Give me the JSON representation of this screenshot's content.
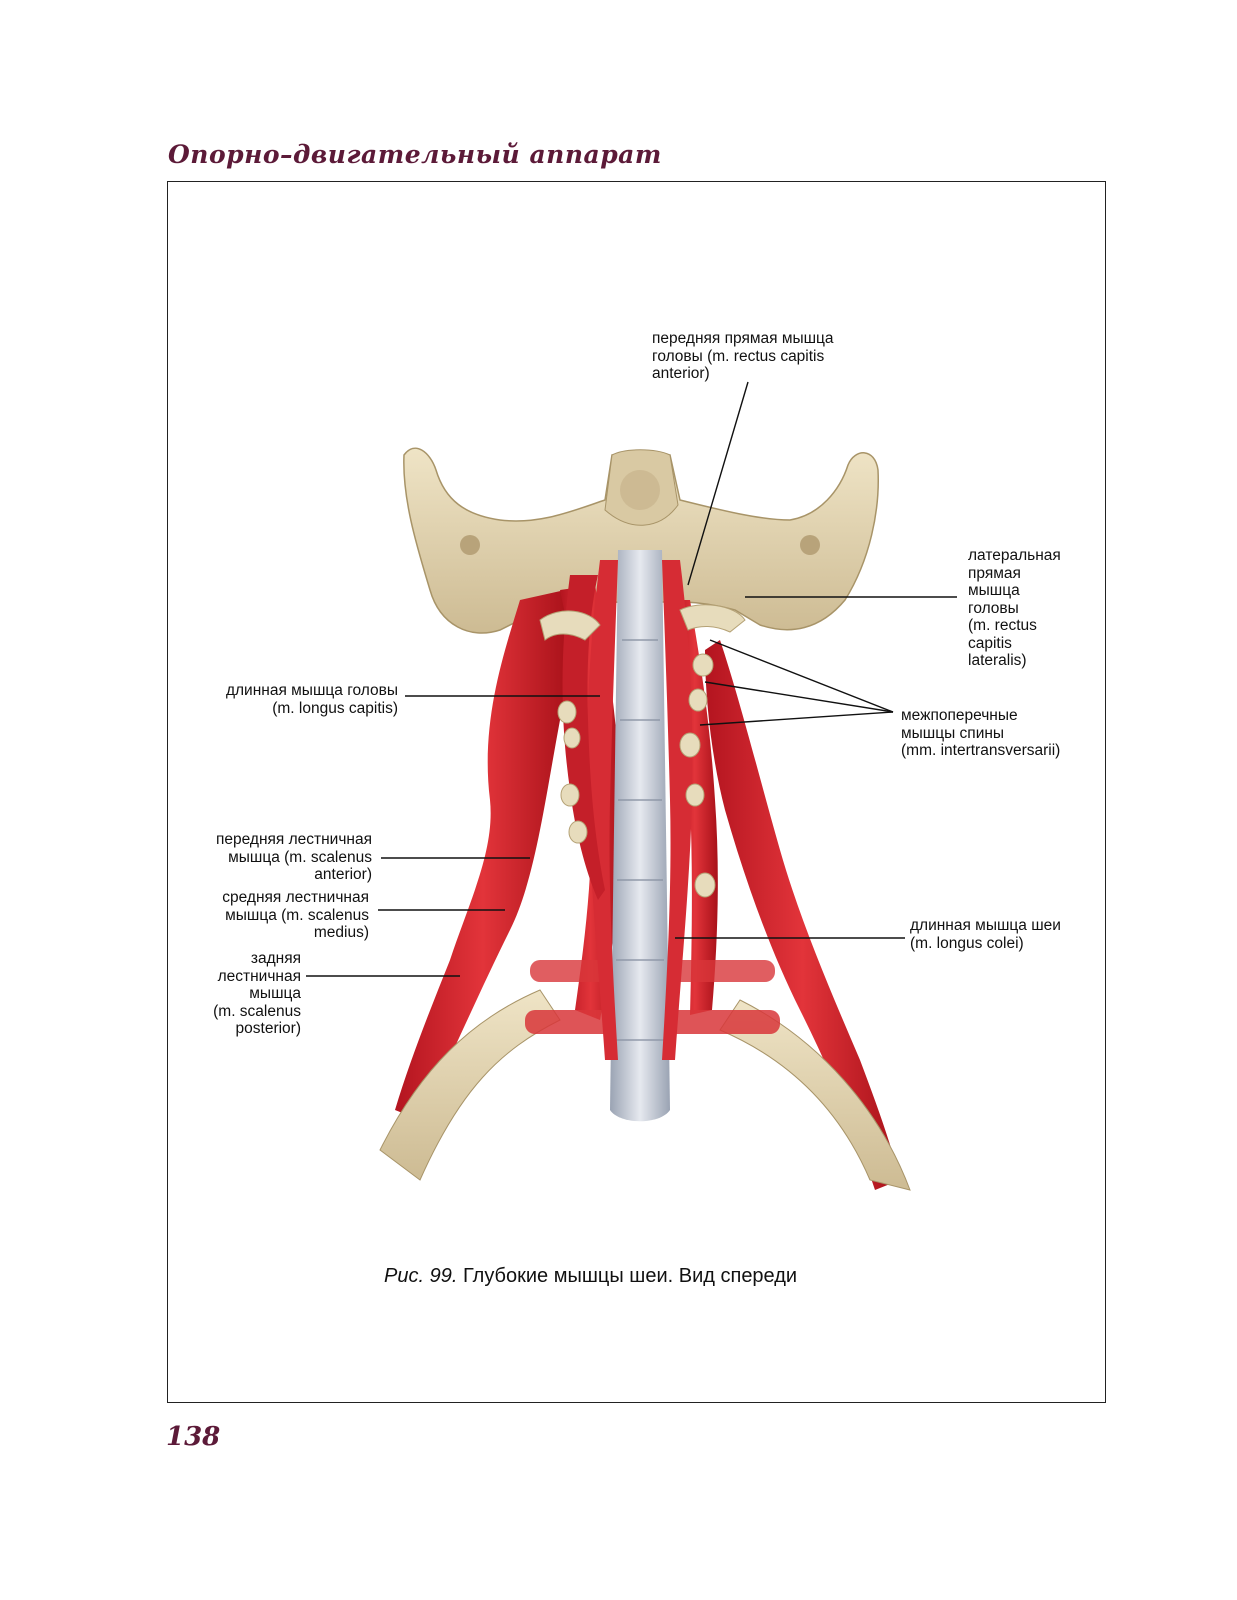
{
  "header": {
    "section_title": "Опорно–двигательный аппарат"
  },
  "figure": {
    "labels": {
      "rectus_capitis_anterior": [
        "передняя прямая мышца",
        "головы (m. rectus capitis",
        "anterior)"
      ],
      "rectus_capitis_lateralis": [
        "латеральная",
        "прямая",
        "мышца",
        "головы",
        "(m. rectus",
        "capitis",
        "lateralis)"
      ],
      "longus_capitis": [
        "длинная мышца головы",
        "(m. longus capitis)"
      ],
      "intertransversarii": [
        "межпоперечные",
        "мышцы спины",
        "(mm. intertransversarii)"
      ],
      "scalenus_anterior": [
        "передняя лестничная",
        "мышца (m. scalenus",
        "anterior)"
      ],
      "scalenus_medius": [
        "средняя лестничная",
        "мышца (m. scalenus",
        "medius)"
      ],
      "scalenus_posterior": [
        "задняя",
        "лестничная",
        "мышца",
        "(m. scalenus",
        "posterior)"
      ],
      "longus_colli": [
        "длинная мышца шеи",
        "(m. longus colei)"
      ]
    },
    "caption": {
      "number": "Рис. 99.",
      "text": "Глубокие мышцы шеи. Вид спереди"
    }
  },
  "footer": {
    "page_number": "138"
  }
}
